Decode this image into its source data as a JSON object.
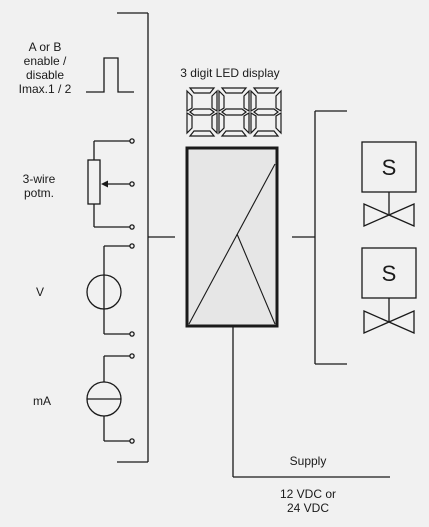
{
  "labels": {
    "enable_input": "A or B\nenable /\ndisable\nImax.1 / 2",
    "potentiometer": "3-wire\npotm.",
    "voltage_input": "V",
    "current_input": "mA",
    "led_display": "3 digit LED display",
    "led_digits": "888",
    "supply": "Supply",
    "supply_voltage": "12 VDC or\n24 VDC"
  },
  "solenoids": [
    {
      "letter": "S"
    },
    {
      "letter": "S"
    }
  ],
  "colors": {
    "background": "#f1f1f1",
    "line": "#1a1a1a",
    "led_off": "#d9d9d9",
    "module_fill": "#e6e6e6"
  },
  "icons": {
    "pulse": "square-pulse-icon",
    "potentiometer": "potentiometer-icon",
    "voltage_source": "voltage-source-icon",
    "current_source": "current-source-icon",
    "led_display": "seven-segment-display-icon",
    "solenoid": "solenoid-coil-icon",
    "valve": "valve-icon"
  }
}
